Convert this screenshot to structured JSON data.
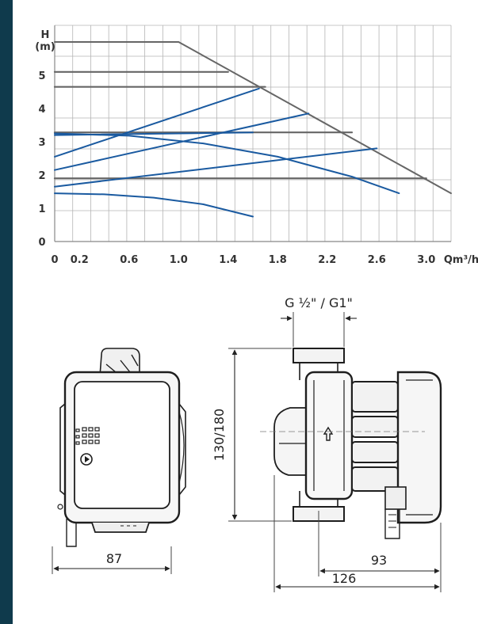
{
  "chart_data": {
    "type": "line",
    "ylabel_line1": "H",
    "ylabel_line2": "(m)",
    "xlabel": "Qm³/h",
    "x_ticks": [
      "0",
      "0.2",
      "0.6",
      "1.0",
      "1.4",
      "1.8",
      "2.2",
      "2.6",
      "3.0"
    ],
    "x_tick_values": [
      0,
      0.2,
      0.6,
      1.0,
      1.4,
      1.8,
      2.2,
      2.6,
      3.0
    ],
    "y_ticks": [
      "0",
      "1",
      "2",
      "3",
      "4",
      "5"
    ],
    "y_tick_values": [
      0,
      1,
      2,
      3,
      4,
      5
    ],
    "xlim": [
      0,
      3.2
    ],
    "ylim": [
      0,
      6.5
    ],
    "grid": true,
    "colors": {
      "curve": "#1a5aa0",
      "limit": "#666666",
      "grid": "#b5b5b5"
    },
    "series": [
      {
        "kind": "limit",
        "points": [
          [
            0,
            6.0
          ],
          [
            1.0,
            6.0
          ],
          [
            3.2,
            1.45
          ]
        ]
      },
      {
        "kind": "step",
        "points": [
          [
            0,
            5.1
          ],
          [
            1.4,
            5.1
          ]
        ]
      },
      {
        "kind": "step",
        "points": [
          [
            0,
            4.65
          ],
          [
            1.7,
            4.65
          ]
        ]
      },
      {
        "kind": "step",
        "points": [
          [
            0,
            3.28
          ],
          [
            2.4,
            3.28
          ]
        ]
      },
      {
        "kind": "step",
        "points": [
          [
            0,
            1.9
          ],
          [
            3.0,
            1.9
          ]
        ]
      },
      {
        "kind": "curve",
        "points": [
          [
            0,
            2.55
          ],
          [
            1.65,
            4.6
          ]
        ]
      },
      {
        "kind": "curve",
        "points": [
          [
            0,
            2.15
          ],
          [
            2.05,
            3.85
          ]
        ]
      },
      {
        "kind": "curve",
        "points": [
          [
            0,
            1.65
          ],
          [
            2.6,
            2.8
          ]
        ]
      },
      {
        "kind": "curve",
        "points": [
          [
            0,
            3.25
          ],
          [
            0.6,
            3.18
          ],
          [
            1.2,
            2.95
          ],
          [
            1.8,
            2.55
          ],
          [
            2.4,
            1.95
          ],
          [
            2.78,
            1.45
          ]
        ]
      },
      {
        "kind": "curve",
        "points": [
          [
            0,
            3.2
          ],
          [
            1.6,
            3.28
          ]
        ]
      },
      {
        "kind": "curve",
        "points": [
          [
            0,
            1.45
          ],
          [
            0.4,
            1.42
          ],
          [
            0.8,
            1.32
          ],
          [
            1.2,
            1.12
          ],
          [
            1.6,
            0.75
          ]
        ]
      }
    ]
  },
  "drawing": {
    "dim_width": "87",
    "dim_height": "130/180",
    "dim_thread": "G ½\" /  G1\"",
    "dim_depth_1": "93",
    "dim_depth_2": "126"
  }
}
